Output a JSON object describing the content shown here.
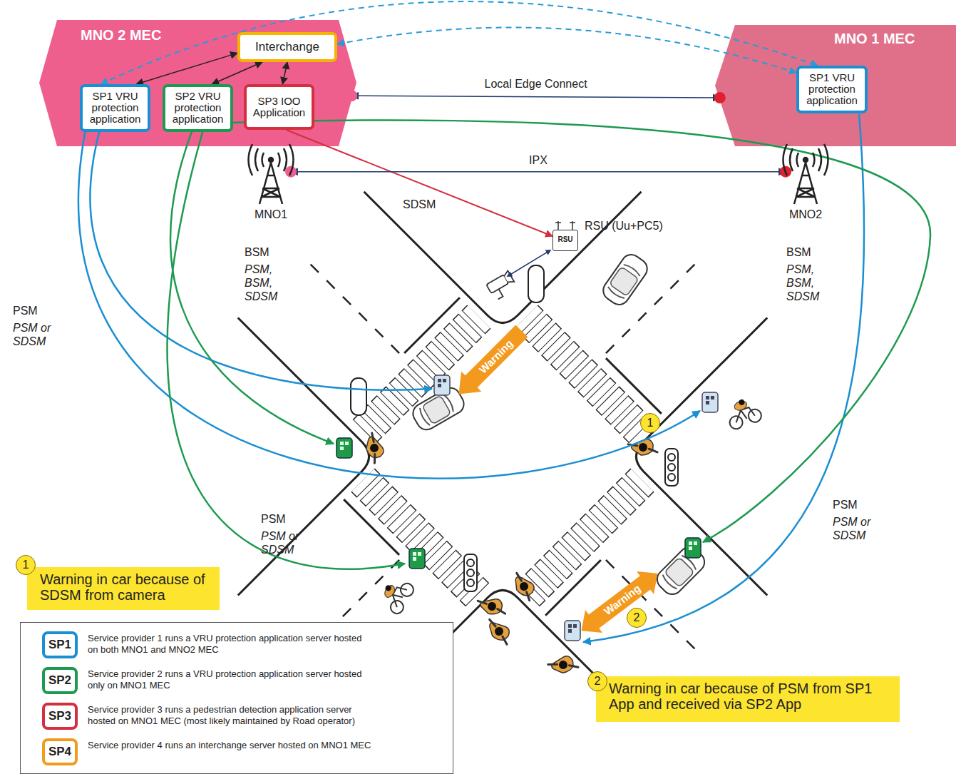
{
  "diagram": {
    "nodes": [
      {
        "text": [
          "MNO 2 MEC"
        ]
      },
      {
        "text": [
          "Interchange"
        ],
        "in": 0
      },
      {
        "text": [
          "SP1 VRU protection application"
        ],
        "in": 0
      },
      {
        "text": [
          "SP2 VRU protection application"
        ],
        "in": 0
      },
      {
        "text": [
          "SP3 IOO Application"
        ],
        "in": 0
      },
      {
        "text": [
          "MNO 1 MEC"
        ]
      },
      {
        "text": [
          "SP1 VRU protection application"
        ],
        "in": 5
      },
      {
        "text": [
          "MNO1"
        ]
      },
      {
        "text": [
          "MNO2"
        ]
      },
      {
        "text": [
          "RSU",
          "RSU (Uu+PC5)"
        ]
      },
      {
        "text": [
          "Warning in car because of SDSM from camera"
        ]
      },
      {
        "text": [
          "Warning in car because of PSM from SP1 App and received via SP2 App"
        ]
      }
    ],
    "edges": [
      {
        "from": 1,
        "to": 2,
        "arrow": "both"
      },
      {
        "from": 1,
        "to": 3,
        "arrow": "both"
      },
      {
        "from": 1,
        "to": 4,
        "arrow": "both"
      },
      {
        "from": 1,
        "to": 6,
        "arrow": "both"
      },
      {
        "from": 2,
        "to": 6,
        "arrow": "both"
      },
      {
        "from": 4,
        "to": 9,
        "label": "SDSM",
        "arrow": "to"
      },
      {
        "from": 5,
        "to": 0,
        "label": "Local Edge Connect",
        "arrow": "both"
      },
      {
        "from": 7,
        "to": 8,
        "label": "IPX",
        "arrow": "both"
      }
    ],
    "labels": [
      "BSM",
      "PSM, BSM, SDSM",
      "BSM",
      "PSM, BSM, SDSM",
      "PSM",
      "PSM or SDSM",
      "PSM",
      "PSM or SDSM",
      "PSM",
      "PSM or SDSM",
      "Warning",
      "Warning",
      "1",
      "2",
      "1",
      "2",
      "SP1",
      "SP2",
      "SP3",
      "SP4"
    ],
    "legend": [
      {
        "text": "Service provider 1 runs a VRU protection application server hosted on both MNO1 and MNO2 MEC",
        "color": "#1b8fd2"
      },
      {
        "text": "Service provider 2 runs a VRU protection application server hosted only on MNO1 MEC",
        "color": "#1d9a50"
      },
      {
        "text": "Service provider 3 runs a pedestrian detection application server hosted on MNO1 MEC (most likely maintained by Road operator)",
        "color": "#d32f3f"
      },
      {
        "text": "Service provider 4 runs an interchange server hosted on MNO1 MEC",
        "color": "#f39a1e"
      }
    ]
  }
}
